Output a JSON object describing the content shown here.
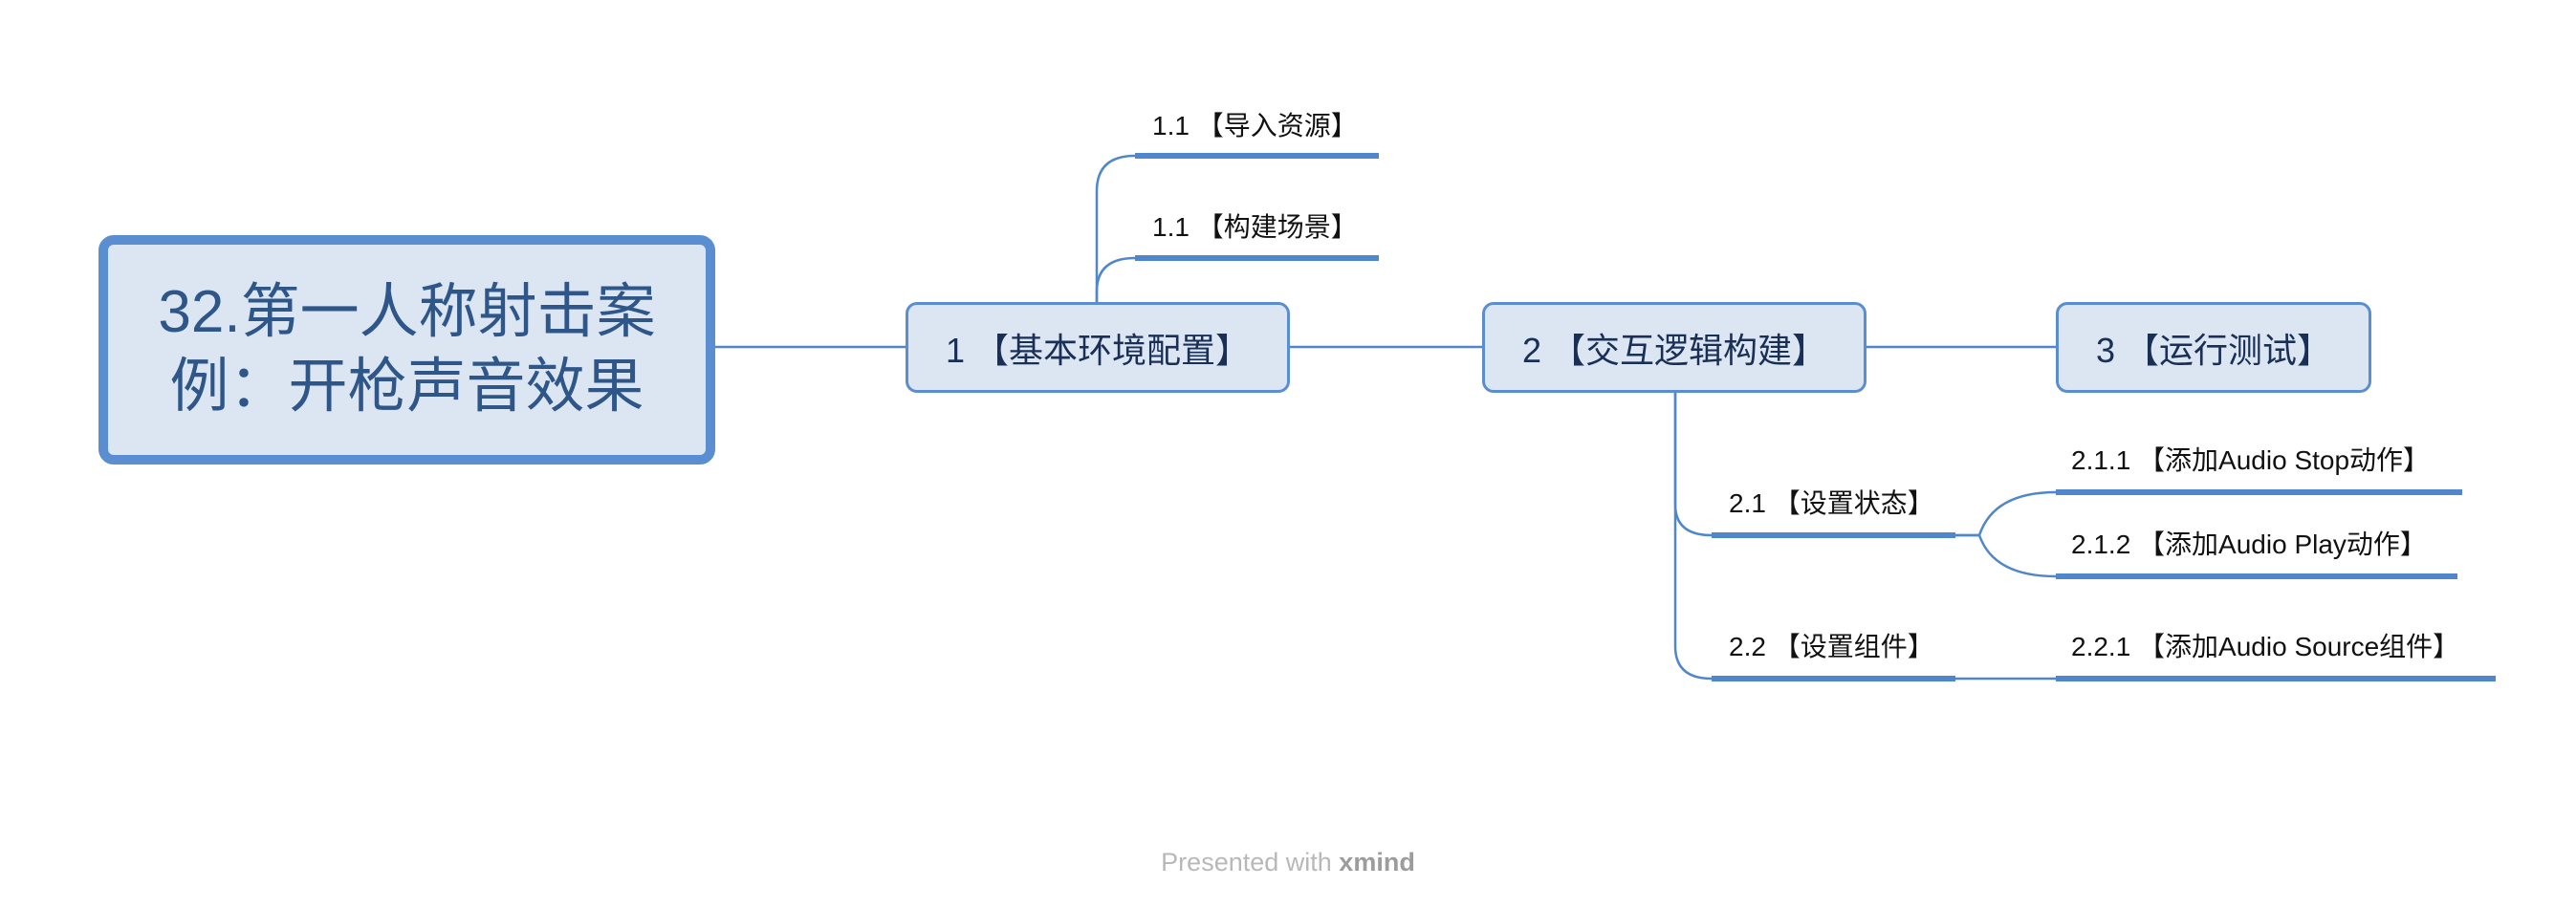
{
  "root": {
    "line1": "32.第一人称射击案",
    "line2": "例：开枪声音效果"
  },
  "branches": {
    "b1": {
      "label": "1 【基本环境配置】",
      "children": [
        "1.1 【导入资源】",
        "1.1 【构建场景】"
      ]
    },
    "b2": {
      "label": "2 【交互逻辑构建】",
      "children": [
        {
          "label": "2.1 【设置状态】",
          "children": [
            "2.1.1 【添加Audio Stop动作】",
            "2.1.2 【添加Audio Play动作】"
          ]
        },
        {
          "label": "2.2 【设置组件】",
          "children": [
            "2.2.1 【添加Audio Source组件】"
          ]
        }
      ]
    },
    "b3": {
      "label": "3 【运行测试】"
    }
  },
  "footer": {
    "prefix": "Presented with",
    "brand": "xmind"
  },
  "colors": {
    "line": "#4f86cc",
    "box_fill": "#dce6f3",
    "box_border": "#5b8ed1"
  }
}
